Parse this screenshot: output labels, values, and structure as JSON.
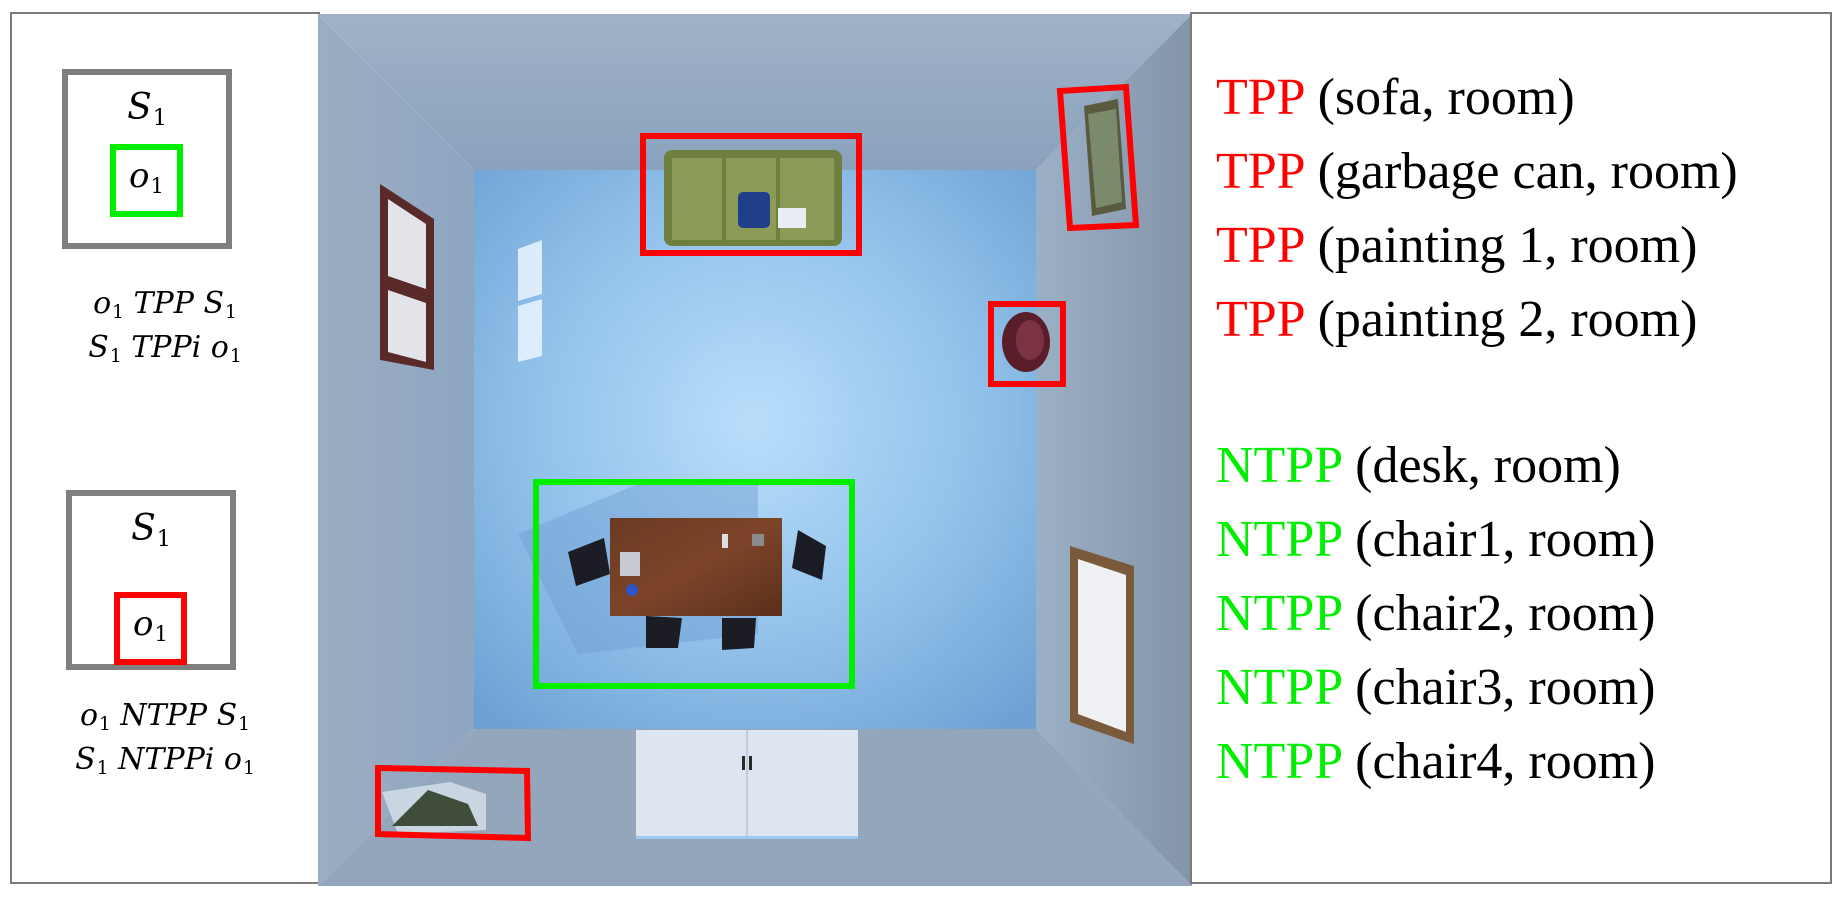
{
  "left_panel": {
    "example1": {
      "container": "S",
      "object": "o",
      "subscript": "1",
      "relation": "TPP",
      "inverse": "TPPi"
    },
    "example2": {
      "container": "S",
      "object": "o",
      "subscript": "1",
      "relation": "NTPP",
      "inverse": "NTPPi"
    }
  },
  "right_panel": {
    "tpp_group": [
      {
        "tag": "TPP",
        "args": "(sofa, room)"
      },
      {
        "tag": "TPP",
        "args": "(garbage can, room)"
      },
      {
        "tag": "TPP",
        "args": "(painting 1, room)"
      },
      {
        "tag": "TPP",
        "args": "(painting 2, room)"
      }
    ],
    "ntpp_group": [
      {
        "tag": "NTPP",
        "args": "(desk, room)"
      },
      {
        "tag": "NTPP",
        "args": "(chair1, room)"
      },
      {
        "tag": "NTPP",
        "args": "(chair2, room)"
      },
      {
        "tag": "NTPP",
        "args": "(chair3, room)"
      },
      {
        "tag": "NTPP",
        "args": "(chair4, room)"
      }
    ]
  },
  "colors": {
    "tpp": "#ff0000",
    "ntpp": "#00ee00",
    "container_box": "#7f7f7f",
    "panel_border": "#7a7a7a"
  },
  "scene_objects": {
    "tpp_highlighted": [
      "sofa",
      "garbage can",
      "painting 1",
      "painting 2"
    ],
    "ntpp_highlighted": [
      "desk",
      "chair1",
      "chair2",
      "chair3",
      "chair4"
    ]
  }
}
